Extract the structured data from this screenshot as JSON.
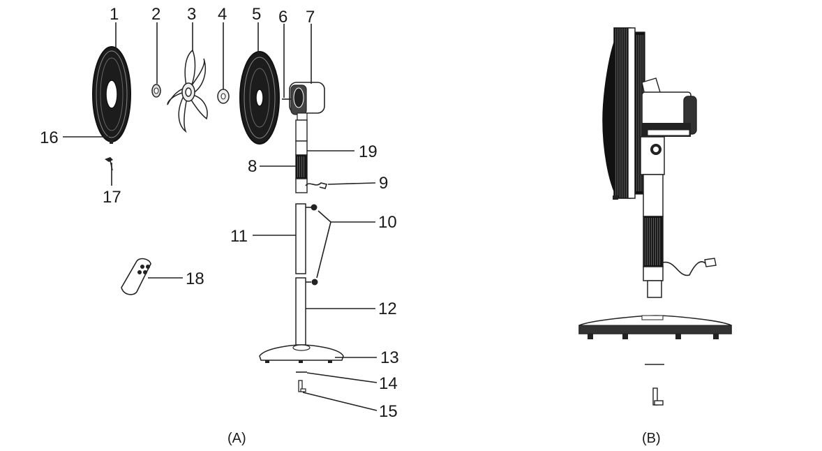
{
  "figures": [
    {
      "caption": "(A)"
    },
    {
      "caption": "(B)"
    }
  ],
  "parts": [
    {
      "label": "1"
    },
    {
      "label": "2"
    },
    {
      "label": "3"
    },
    {
      "label": "4"
    },
    {
      "label": "5"
    },
    {
      "label": "6"
    },
    {
      "label": "7"
    },
    {
      "label": "8"
    },
    {
      "label": "9"
    },
    {
      "label": "10"
    },
    {
      "label": "11"
    },
    {
      "label": "12"
    },
    {
      "label": "13"
    },
    {
      "label": "14"
    },
    {
      "label": "15"
    },
    {
      "label": "16"
    },
    {
      "label": "17"
    },
    {
      "label": "18"
    },
    {
      "label": "19"
    }
  ],
  "colors": {
    "line": "#222222",
    "background": "#ffffff"
  }
}
